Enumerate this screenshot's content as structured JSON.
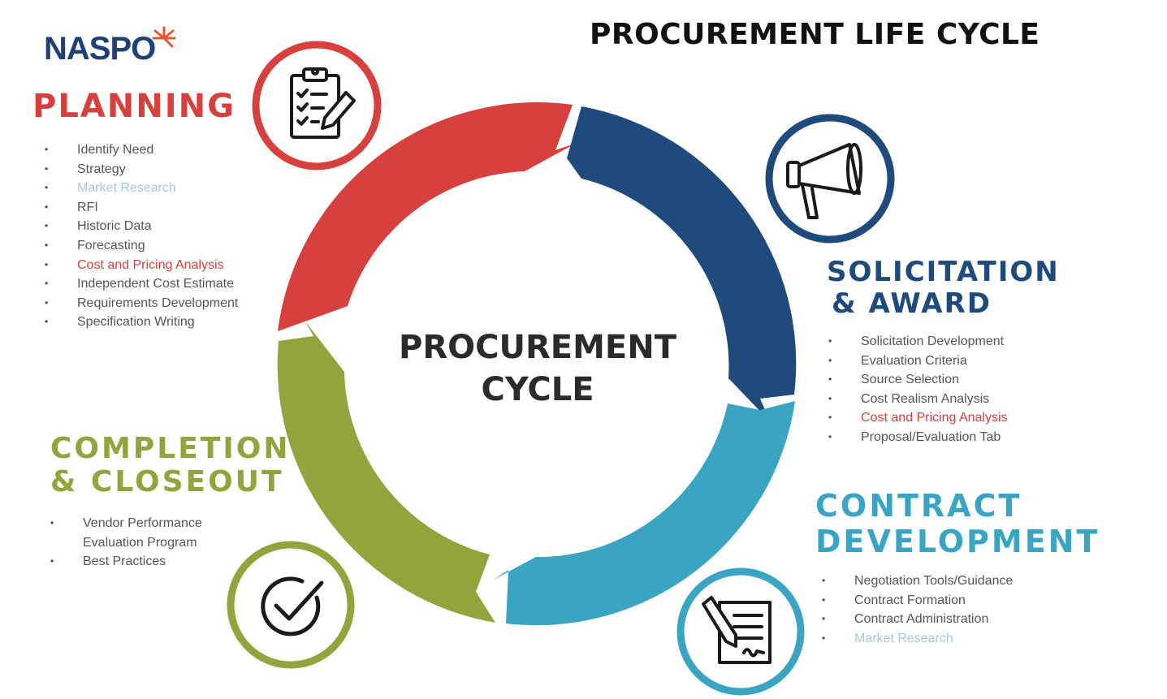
{
  "logo": {
    "text": "NASPO"
  },
  "title": "PROCUREMENT LIFE CYCLE",
  "center": {
    "line1": "PROCUREMENT",
    "line2": "CYCLE"
  },
  "colors": {
    "planning": "#d8403e",
    "solicitation": "#1e4a7c",
    "contract": "#3aa5c3",
    "completion": "#94a43c"
  },
  "sections": {
    "planning": {
      "heading": "PLANNING",
      "icon": "clipboard-checklist-icon",
      "items": [
        "Identify Need",
        "Strategy",
        "Market Research",
        "RFI",
        "Historic Data",
        "Forecasting",
        "Cost and Pricing Analysis",
        "Independent Cost Estimate",
        "Requirements Development",
        "Specification Writing"
      ]
    },
    "solicitation": {
      "heading_line1": "SOLICITATION",
      "heading_line2": "& AWARD",
      "icon": "megaphone-icon",
      "items": [
        "Solicitation Development",
        "Evaluation Criteria",
        "Source Selection",
        "Cost Realism Analysis",
        "Cost and Pricing Analysis",
        "Proposal/Evaluation Tab"
      ]
    },
    "contract": {
      "heading_line1": "CONTRACT",
      "heading_line2": "DEVELOPMENT",
      "icon": "signed-document-icon",
      "items": [
        "Negotiation Tools/Guidance",
        "Contract Formation",
        "Contract Administration",
        "Market Research"
      ]
    },
    "completion": {
      "heading_line1": "COMPLETION",
      "heading_line2": "& CLOSEOUT",
      "icon": "checkmark-circle-icon",
      "items": [
        "Vendor Performance",
        "Evaluation Program",
        "Best Practices"
      ]
    }
  }
}
